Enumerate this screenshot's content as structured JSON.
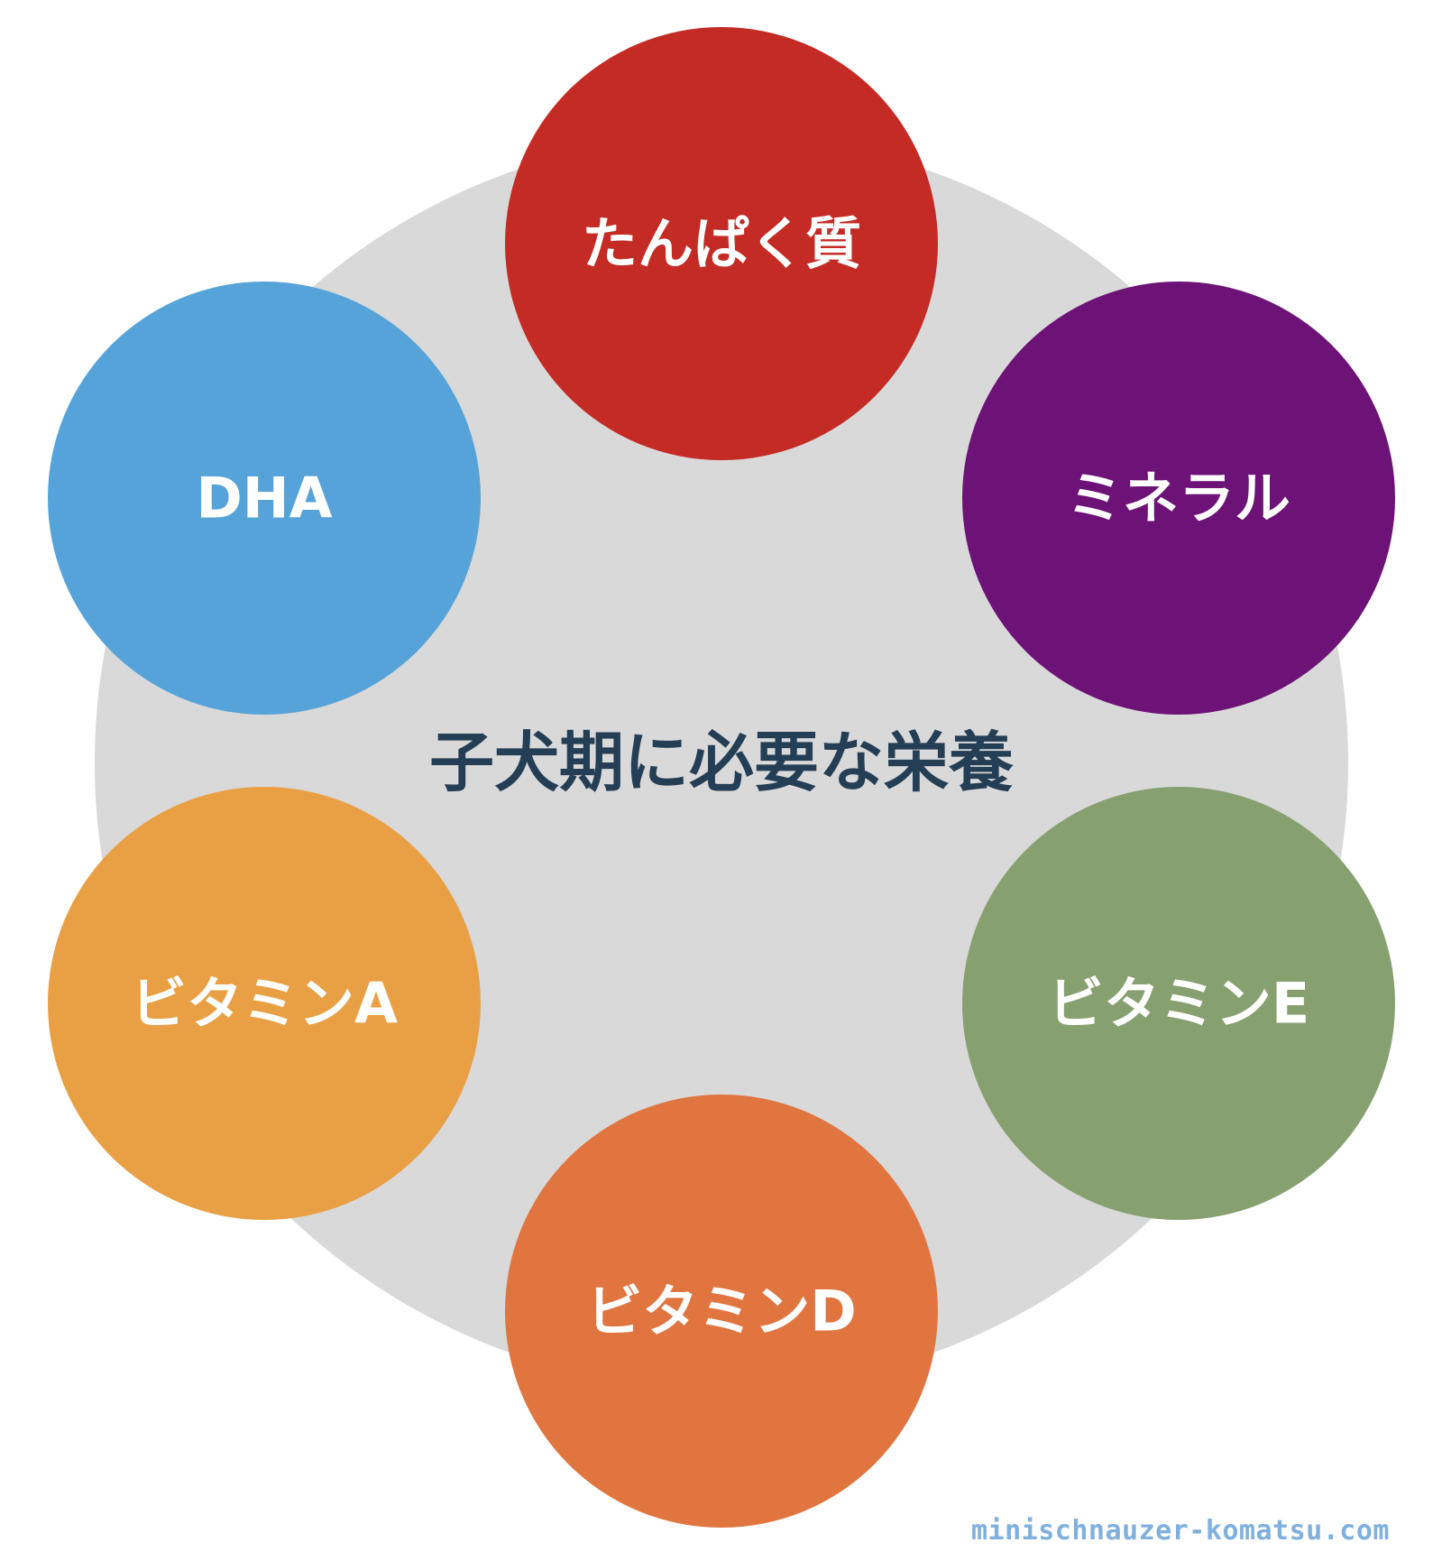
{
  "center": {
    "title": "子犬期に必要な栄養",
    "background_color": "#d9d9d9",
    "title_color": "#243e55"
  },
  "nodes": [
    {
      "label": "たんぱく質",
      "color": "#c42b25"
    },
    {
      "label": "ミネラル",
      "color": "#6d1276"
    },
    {
      "label": "ビタミンE",
      "color": "#87a070"
    },
    {
      "label": "ビタミンD",
      "color": "#e07540"
    },
    {
      "label": "ビタミンA",
      "color": "#e9a045"
    },
    {
      "label": "DHA",
      "color": "#56a3d9"
    }
  ],
  "watermark": {
    "text": "minischnauzer-komatsu.com",
    "color": "#7fb0de"
  }
}
